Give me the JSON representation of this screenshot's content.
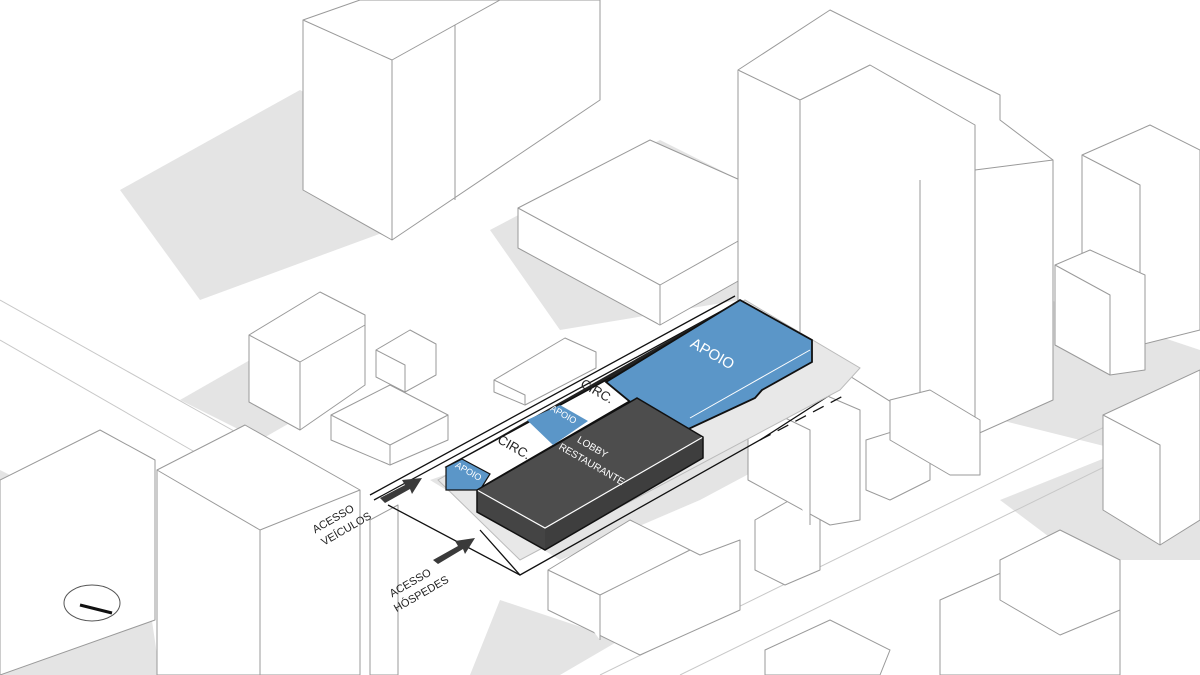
{
  "colors": {
    "support": "#5b96c8",
    "lobby": "#4d4d4d",
    "shadow": "#e4e4e4",
    "building": "#ffffff",
    "outline": "#9a9a9a"
  },
  "labels": {
    "apoio_main": "APOIO",
    "circ_upper": "CIRC.",
    "apoio_mid": "APOIO",
    "circ_lower": "CIRC.",
    "apoio_small": "APOIO",
    "lobby_line1": "LOBBY",
    "lobby_line2": "RESTAURANTE",
    "access_vehicles_line1": "ACESSO",
    "access_vehicles_line2": "VEÍCULOS",
    "access_guests_line1": "ACESSO",
    "access_guests_line2": "HÓSPEDES"
  },
  "icons": {
    "north": "north-arrow-icon",
    "access": "arrow-icon"
  }
}
